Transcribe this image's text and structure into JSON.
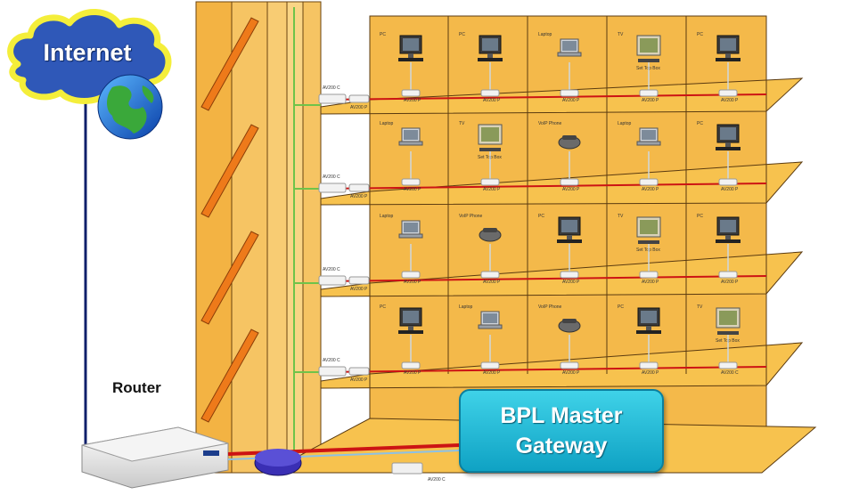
{
  "cloud": {
    "label": "Internet"
  },
  "router": {
    "label": "Router"
  },
  "gateway": {
    "line1": "BPL Master",
    "line2": "Gateway"
  },
  "colors": {
    "building": "#f4b94a",
    "cloud_fill": "#2f58b8",
    "cloud_border": "#f4ee3a",
    "gateway_fill": "#19b4d6",
    "internet_cable": "#10206b",
    "powerline_red": "#cc1414",
    "riser_green": "#6fc34a"
  },
  "floors": [
    {
      "riser_label": "AV200 C",
      "rooms": [
        {
          "device": "PC",
          "label": "PC",
          "adapter": "AV200 P"
        },
        {
          "device": "PC",
          "label": "PC",
          "adapter": "AV200 P"
        },
        {
          "device": "Laptop",
          "label": "Laptop",
          "adapter": "AV200 P"
        },
        {
          "device": "TV",
          "label": "TV",
          "sub": "Set Top Box",
          "adapter": "AV200 P"
        },
        {
          "device": "PC",
          "label": "PC",
          "adapter": "AV200 P"
        }
      ]
    },
    {
      "riser_label": "AV200 C",
      "rooms": [
        {
          "device": "Laptop",
          "label": "Laptop",
          "adapter": "AV200 P"
        },
        {
          "device": "TV",
          "label": "TV",
          "sub": "Set Top Box",
          "adapter": "AV200 P"
        },
        {
          "device": "Phone",
          "label": "VoIP Phone",
          "adapter": "AV200 P"
        },
        {
          "device": "Laptop",
          "label": "Laptop",
          "adapter": "AV200 P"
        },
        {
          "device": "PC",
          "label": "PC",
          "adapter": "AV200 P"
        }
      ]
    },
    {
      "riser_label": "AV200 C",
      "rooms": [
        {
          "device": "Laptop",
          "label": "Laptop",
          "adapter": "AV200 P"
        },
        {
          "device": "Phone",
          "label": "VoIP Phone",
          "adapter": "AV200 P"
        },
        {
          "device": "PC",
          "label": "PC",
          "adapter": "AV200 P"
        },
        {
          "device": "TV",
          "label": "TV",
          "sub": "Set Top Box",
          "adapter": "AV200 P"
        },
        {
          "device": "PC",
          "label": "PC",
          "adapter": "AV200 P"
        }
      ]
    },
    {
      "riser_label": "AV200 C",
      "rooms": [
        {
          "device": "PC",
          "label": "PC",
          "adapter": "AV200 P"
        },
        {
          "device": "Laptop",
          "label": "Laptop",
          "adapter": "AV200 P"
        },
        {
          "device": "Phone",
          "label": "VoIP Phone",
          "adapter": "AV200 P"
        },
        {
          "device": "PC",
          "label": "PC",
          "adapter": "AV200 P"
        },
        {
          "device": "TV",
          "label": "TV",
          "sub": "Set Top Box",
          "adapter": "AV200 C"
        }
      ]
    }
  ],
  "basement_adapter": "AV200 C"
}
